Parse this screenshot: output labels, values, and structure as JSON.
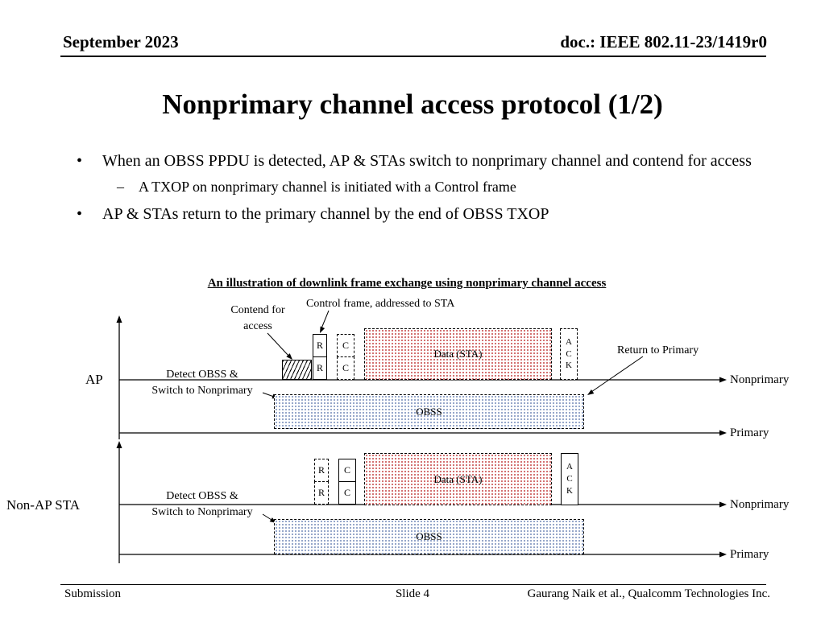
{
  "header": {
    "date": "September 2023",
    "doc_id": "doc.: IEEE 802.11-23/1419r0"
  },
  "slide": {
    "title": "Nonprimary channel access protocol (1/2)"
  },
  "bullets": {
    "marker_bullet": "•",
    "marker_dash": "–",
    "bullet1": "When an OBSS PPDU is detected, AP & STAs switch to nonprimary channel and contend for access",
    "sub_bullet1": "A TXOP on nonprimary channel is initiated with a Control frame",
    "bullet2": "AP & STAs return to the primary channel by the end of OBSS TXOP"
  },
  "diagram": {
    "caption": "An illustration of downlink frame exchange using nonprimary channel access",
    "annotations": {
      "contend": "Contend for\naccess",
      "control_frame": "Control frame, addressed to STA",
      "return_to_primary": "Return to Primary",
      "detect_ap": "Detect OBSS &\nSwitch to Nonprimary",
      "detect_sta": "Detect OBSS &\nSwitch to Nonprimary"
    },
    "ap": {
      "label": "AP",
      "nonprimary_label": "Nonprimary",
      "primary_label": "Primary",
      "r_top": "R",
      "r_bottom": "R",
      "c_top": "C",
      "c_bottom": "C",
      "data_label": "Data (STA)",
      "ack": "A\nC\nK",
      "obss_label": "OBSS"
    },
    "sta": {
      "label": "Non-AP STA",
      "nonprimary_label": "Nonprimary",
      "primary_label": "Primary",
      "r_top": "R",
      "r_bottom": "R",
      "c_top": "C",
      "c_bottom": "C",
      "data_label": "Data (STA)",
      "ack": "A\nC\nK",
      "obss_label": "OBSS"
    },
    "colors": {
      "data_fill_dot": "#be2d2d",
      "obss_fill_dot": "#4b69a5"
    }
  },
  "footer": {
    "left": "Submission",
    "center": "Slide 4",
    "right": "Gaurang Naik et al., Qualcomm Technologies Inc."
  }
}
